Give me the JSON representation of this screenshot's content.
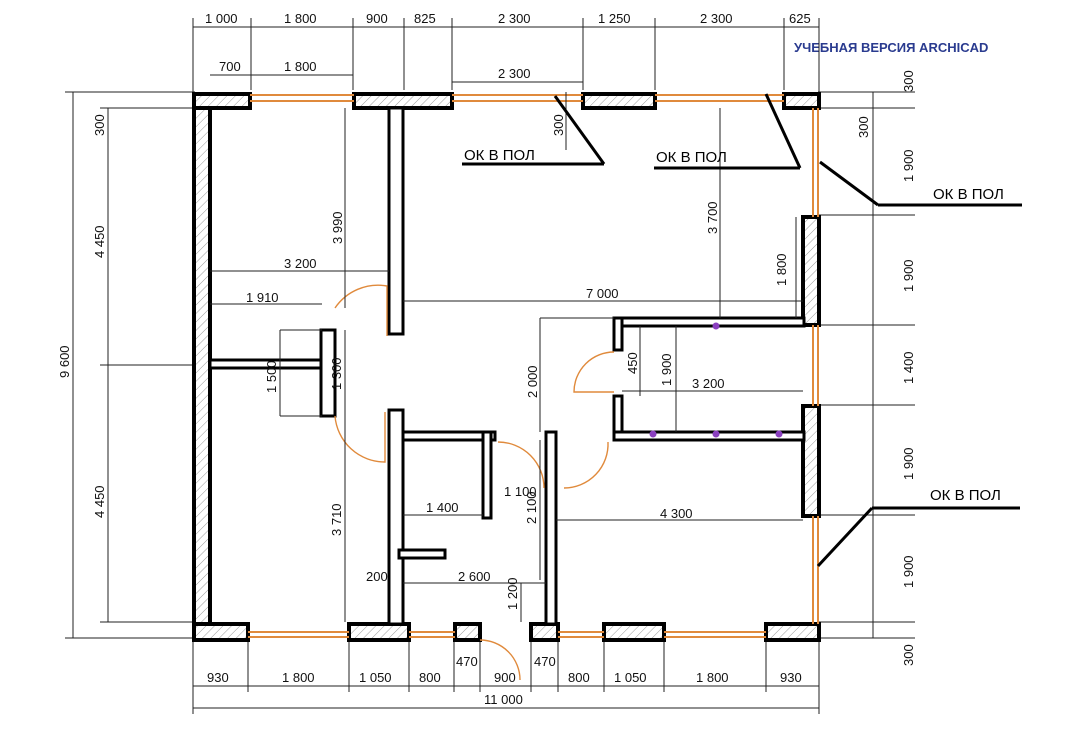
{
  "watermark": "УЧЕБНАЯ ВЕРСИЯ ARCHICAD",
  "top_dims_outer": [
    "1 000",
    "1 800",
    "900",
    "825",
    "2 300",
    "1 250",
    "2 300",
    "625"
  ],
  "top_dims_inner": [
    "700",
    "1 800",
    "2 300"
  ],
  "bottom_dims_inner": [
    "930",
    "1 800",
    "1 050",
    "800",
    "470",
    "900",
    "470",
    "800",
    "1 050",
    "1 800",
    "930"
  ],
  "bottom_total": "11 000",
  "left_dims": [
    "300",
    "4 450",
    "4 450"
  ],
  "left_total": "9 600",
  "right_dims": [
    "300",
    "300",
    "1 900",
    "1 900",
    "1 400",
    "1 900",
    "1 900",
    "300"
  ],
  "interior_dims": {
    "d3990": "3 990",
    "d3200_top": "3 200",
    "d1910": "1 910",
    "d7000": "7 000",
    "d3700": "3 700",
    "d1800": "1 800",
    "d300_door": "300",
    "d1500": "1 500",
    "d1300": "1 300",
    "d2000": "2 000",
    "d450": "450",
    "d1900": "1 900",
    "d3200_mid": "3 200",
    "d1100": "1 100",
    "d2100": "2 100",
    "d1400": "1 400",
    "d4300": "4 300",
    "d3710": "3 710",
    "d200": "200",
    "d2600": "2 600",
    "d1200": "1 200"
  },
  "notes": [
    "ОК В ПОЛ",
    "ОК В ПОЛ",
    "ОК В ПОЛ",
    "ОК В ПОЛ"
  ]
}
